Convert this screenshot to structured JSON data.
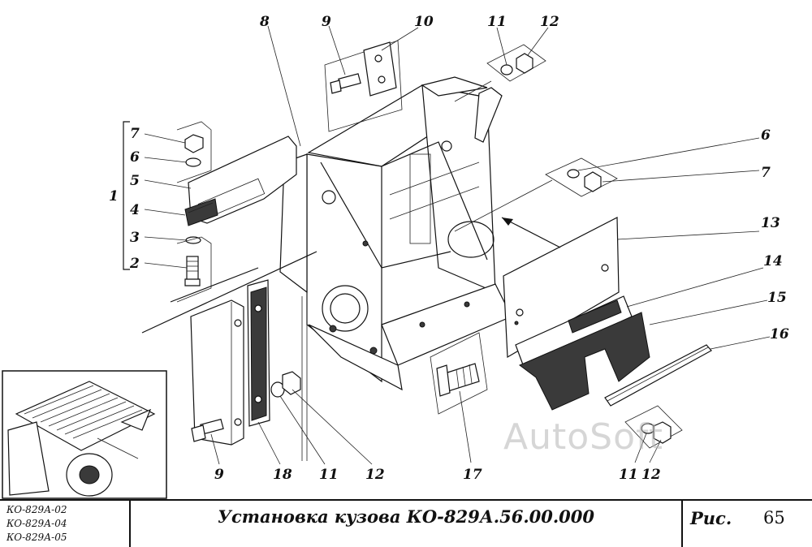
{
  "callouts": {
    "n1": "1",
    "n2": "2",
    "n3": "3",
    "n4": "4",
    "n5": "5",
    "n6a": "6",
    "n7a": "7",
    "n8": "8",
    "n9a": "9",
    "n10": "10",
    "n11a": "11",
    "n12a": "12",
    "n6b": "6",
    "n7b": "7",
    "n13": "13",
    "n14": "14",
    "n15": "15",
    "n16": "16",
    "n17": "17",
    "n9b": "9",
    "n18": "18",
    "n11b": "11",
    "n12b": "12",
    "n11c": "11",
    "n12c": "12"
  },
  "title_block": {
    "models": [
      "КО-829А-02",
      "КО-829А-04",
      "КО-829А-05"
    ],
    "title": "Установка кузова КО-829А.56.00.000",
    "fig_label": "Рис.",
    "fig_number": "65"
  },
  "watermark": "AutoSoft"
}
